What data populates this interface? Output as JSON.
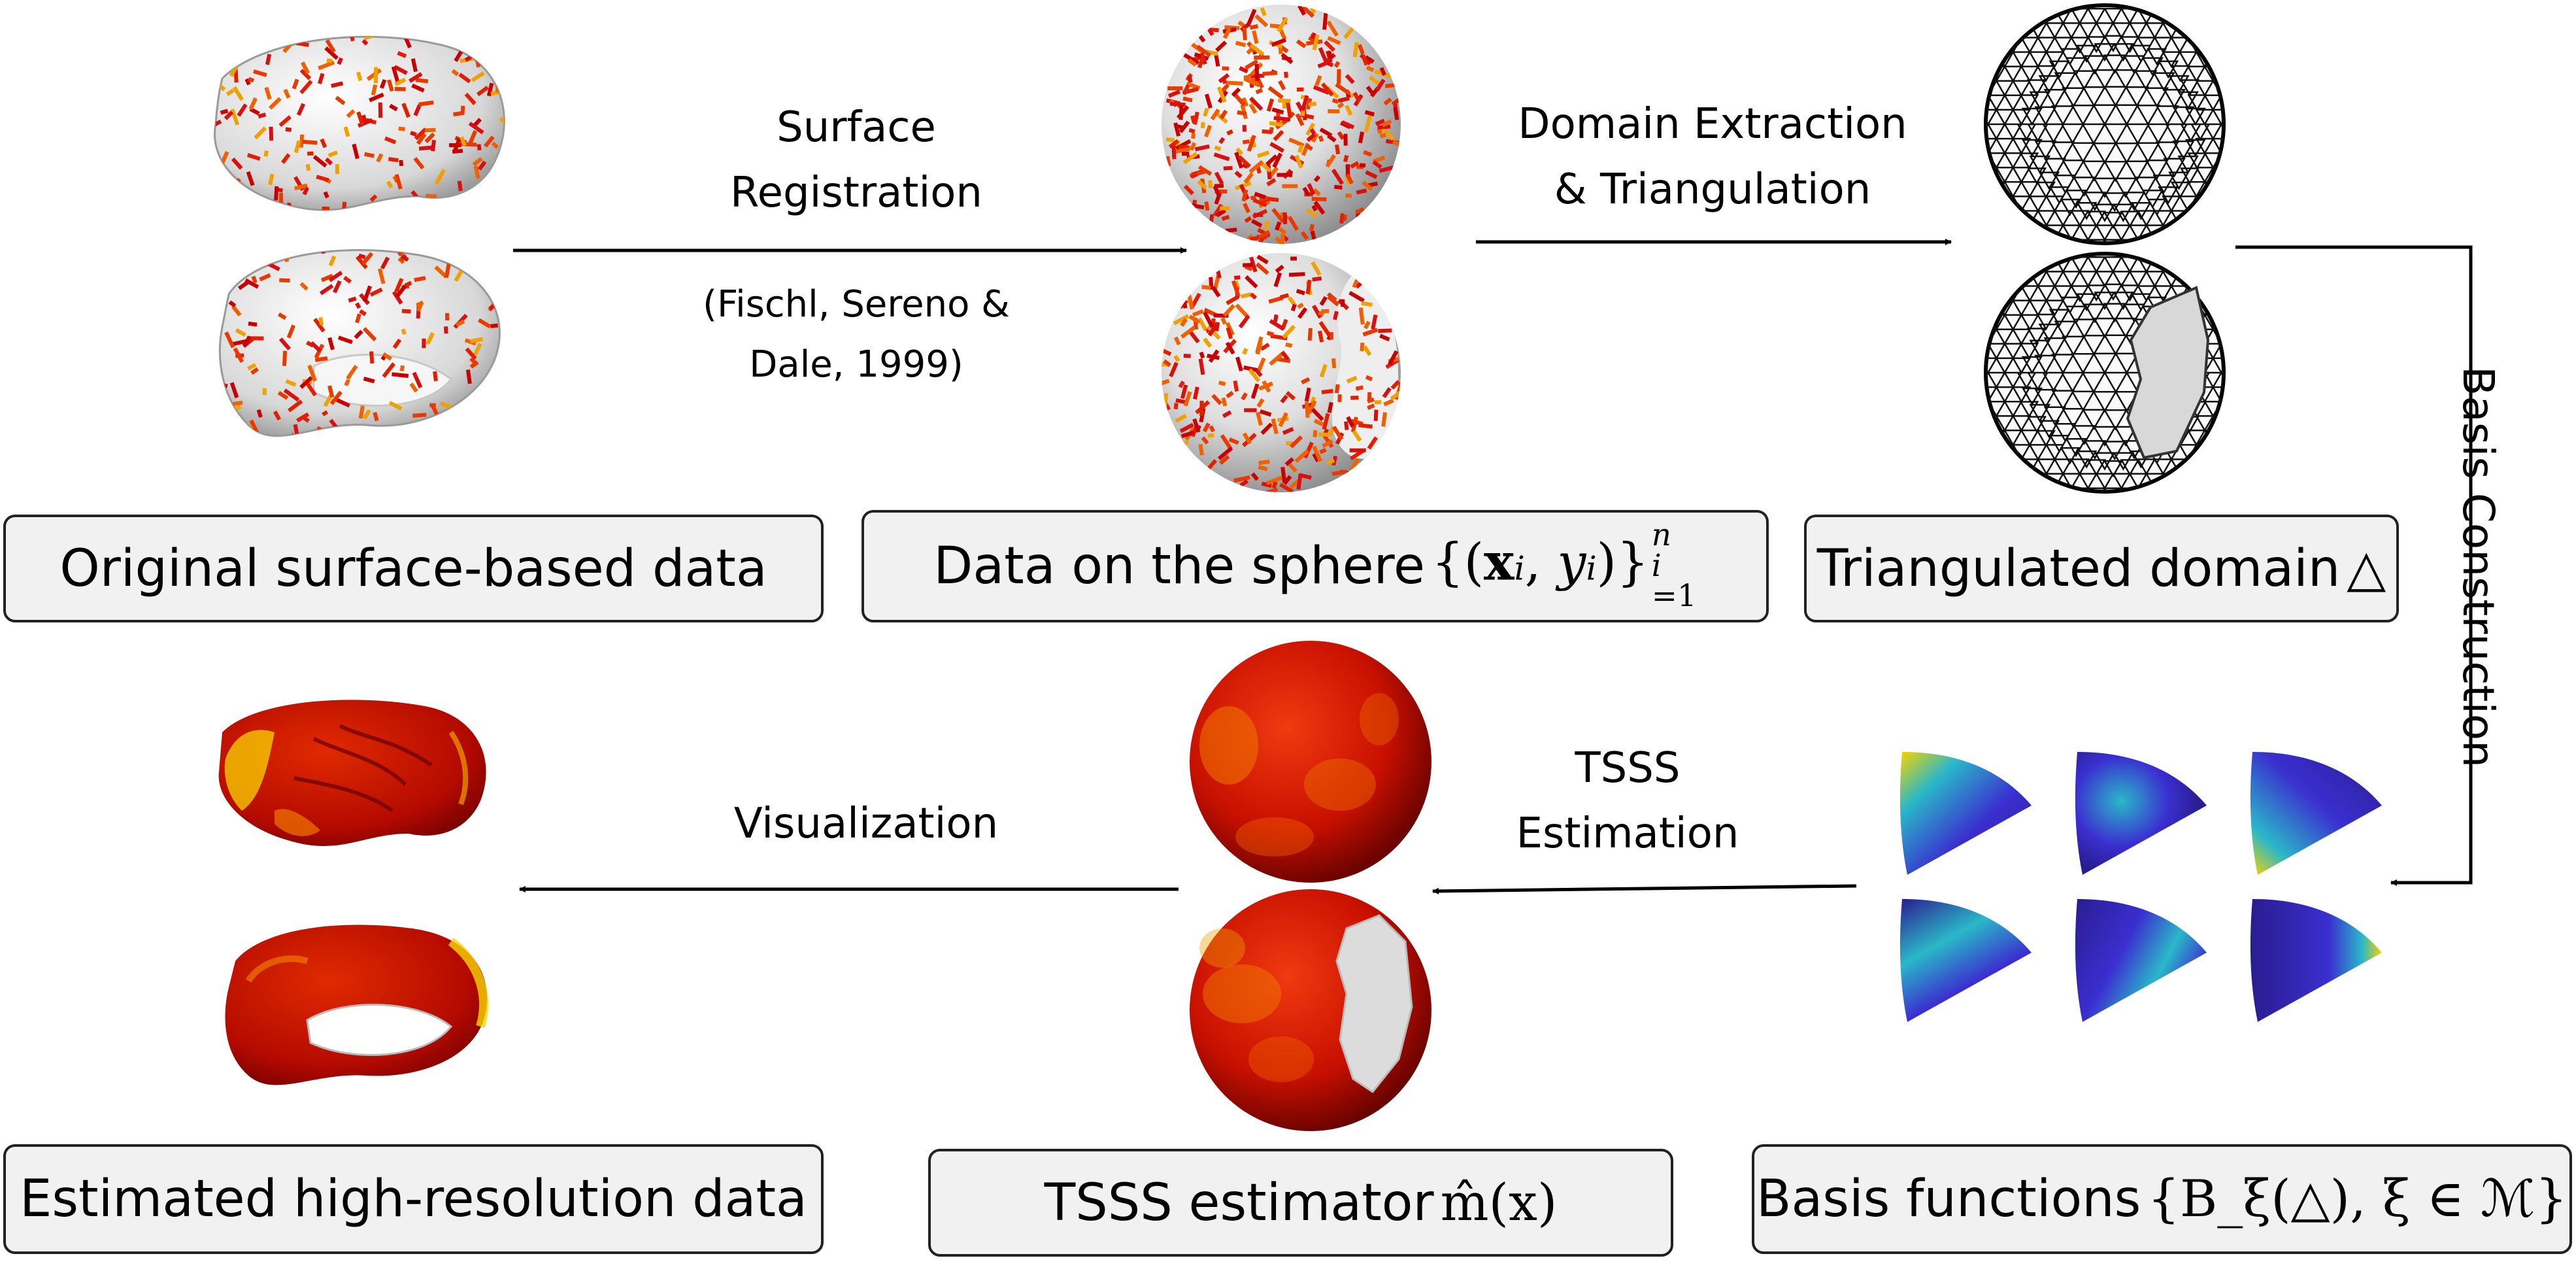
{
  "steps": {
    "surface_registration": {
      "line1": "Surface",
      "line2": "Registration"
    },
    "citation": {
      "line1": "(Fischl, Sereno &",
      "line2": "Dale, 1999)"
    },
    "domain_extraction": {
      "line1": "Domain Extraction",
      "line2": "& Triangulation"
    },
    "basis_construction": "Basis Construction",
    "tsss_estimation": {
      "line1": "TSSS",
      "line2": "Estimation"
    },
    "visualization": "Visualization"
  },
  "boxes": {
    "original": "Original surface-based data",
    "sphere_data": {
      "text": "Data on the sphere",
      "math": "{(x_i, y_i)}_{i=1}^n"
    },
    "triangulated": {
      "text": "Triangulated domain",
      "math": "△"
    },
    "estimated": "Estimated high-resolution data",
    "estimator": {
      "text": "TSSS estimator",
      "math": "m̂(x)"
    },
    "basis": {
      "text": "Basis functions",
      "math": "{B_ξ(△), ξ ∈ ℳ}"
    }
  },
  "colors": {
    "arrow": "#000000",
    "box_fill": "#f1f1f1",
    "heat_dark": "#a80000",
    "heat_red": "#e01a00",
    "heat_orange": "#f07800",
    "heat_yellow": "#f8d400",
    "basis_blue": "#3a2fd0",
    "basis_cyan": "#2ab8c8"
  }
}
